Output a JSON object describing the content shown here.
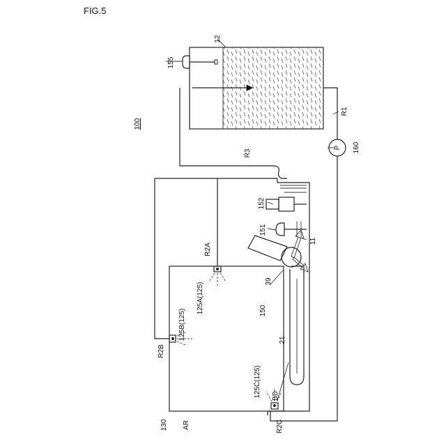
{
  "figure": {
    "title": "FIG.5"
  },
  "labels": {
    "tank": "12",
    "sensor_155": "155",
    "system": "100",
    "r1": "R1",
    "r3": "R3",
    "pump_symbol": "P",
    "pump_ref": "160",
    "r2a": "R2A",
    "r2b": "R2B",
    "r2c": "R2C",
    "part_152": "152",
    "part_151": "151",
    "part_11": "11",
    "part_39": "39",
    "part_150": "150",
    "part_21": "21",
    "nozzle_a": "125A(125)",
    "nozzle_b": "125B(125)",
    "nozzle_c": "125C(125)",
    "bd": "BD",
    "ar": "AR",
    "room": "130"
  }
}
